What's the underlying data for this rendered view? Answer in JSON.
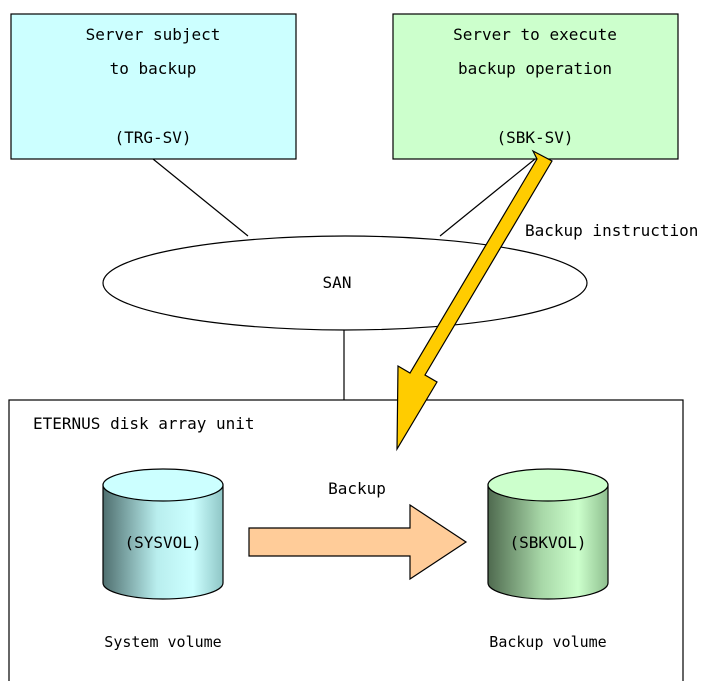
{
  "servers": {
    "target": {
      "line1": "Server subject",
      "line2": "to backup",
      "id": "(TRG-SV)",
      "fill": "#ccffff"
    },
    "backup": {
      "line1": "Server to execute",
      "line2": "backup operation",
      "id": "(SBK-SV)",
      "fill": "#ccffcc"
    }
  },
  "network": {
    "label": "SAN"
  },
  "instruction": {
    "label": "Backup instruction",
    "arrow_color": "#ffcc00"
  },
  "storage": {
    "title": "ETERNUS disk array unit",
    "copy_label": "Backup",
    "copy_arrow_color": "#ffcc99",
    "source_volume": {
      "id": "(SYSVOL)",
      "caption": "System volume",
      "color": "#ccffff"
    },
    "target_volume": {
      "id": "(SBKVOL)",
      "caption": "Backup volume",
      "color": "#ccffcc"
    }
  }
}
